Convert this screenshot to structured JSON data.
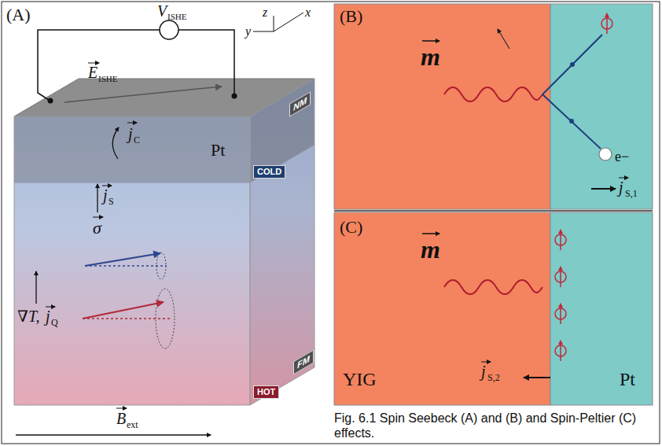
{
  "diagram": {
    "caption": "Fig. 6.1 Spin Seebeck (A) and (B) and Spin-Peltier (C) effects.",
    "nodes": [
      {
        "text": [
          "NM"
        ]
      },
      {
        "text": [
          "COLD"
        ]
      },
      {
        "text": [
          "FM"
        ]
      },
      {
        "text": [
          "HOT"
        ]
      }
    ],
    "labels": [
      "(A)",
      "V",
      "ISHE",
      "E",
      "ISHE",
      "Pt",
      "j",
      "C",
      "j",
      "S",
      "σ",
      "∇T,",
      "j",
      "Q",
      "B",
      "ext",
      "y",
      "z",
      "x",
      "(B)",
      "m",
      "e−",
      "j",
      "S,1",
      "(C)",
      "m",
      "YIG",
      "j",
      "S,2",
      "Pt"
    ]
  }
}
